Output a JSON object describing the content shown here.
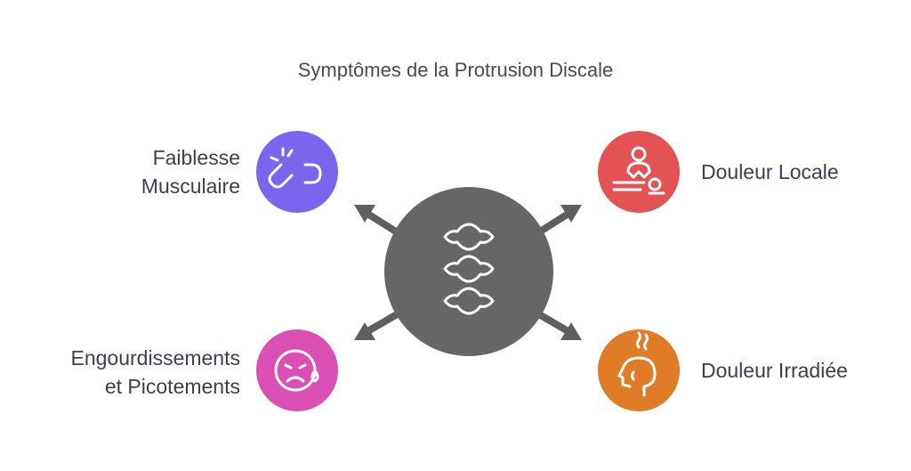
{
  "title": "Symptômes de la Protrusion Discale",
  "center": {
    "icon": "spine-vertebrae-icon",
    "color": "#666666"
  },
  "symptoms": [
    {
      "lines": [
        "Faiblesse",
        "Musculaire"
      ],
      "icon": "broken-link-icon",
      "color": "#7A66EE"
    },
    {
      "lines": [
        "Douleur Locale"
      ],
      "icon": "massage-therapy-icon",
      "color": "#E45353"
    },
    {
      "lines": [
        "Engourdissements",
        "et Picotements"
      ],
      "icon": "crying-face-icon",
      "color": "#DB4FB4"
    },
    {
      "lines": [
        "Douleur Irradiée"
      ],
      "icon": "head-heat-icon",
      "color": "#E07B26"
    }
  ]
}
